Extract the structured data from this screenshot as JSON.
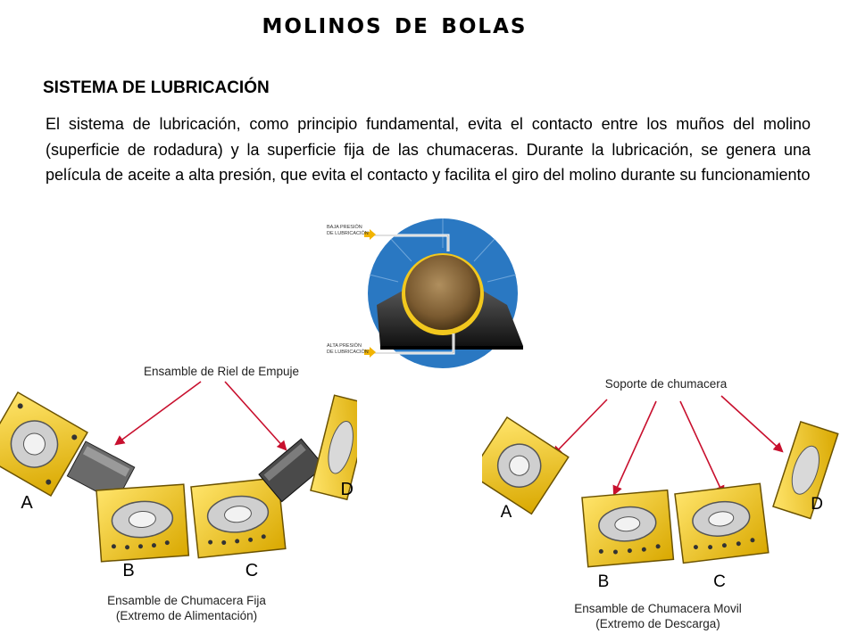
{
  "title": "Molinos de bolas",
  "section": {
    "heading": "SISTEMA DE LUBRICACIÓN",
    "paragraph": "El sistema de lubricación, como principio fundamental, evita el contacto entre los muños del molino (superficie de rodadura) y la superficie fija de las chumaceras. Durante la lubricación, se genera una película de aceite a alta presión, que evita el contacto y facilita el giro del molino durante su funcionamiento"
  },
  "lubrication_diagram": {
    "low_pressure_label": [
      "BAJA PRESIÓN",
      "DE LUBRICACIÓN"
    ],
    "high_pressure_label": [
      "ALTA PRESIÓN",
      "DE LUBRICACIÓN"
    ]
  },
  "left_figure": {
    "top_caption": "Ensamble de Riel de Empuje",
    "bottom_caption": [
      "Ensamble de Chumacera Fija",
      "(Extremo de Alimentación)"
    ],
    "letters": [
      "A",
      "B",
      "C",
      "D"
    ]
  },
  "right_figure": {
    "top_caption": "Soporte de chumacera",
    "bottom_caption": [
      "Ensamble de Chumacera Movil",
      "(Extremo de Descarga)"
    ],
    "letters": [
      "A",
      "B",
      "C",
      "D"
    ]
  },
  "colors": {
    "bearing_yellow": "#f2c81e",
    "arrow_red": "#c8102e",
    "housing_blue": "#2a78c2",
    "journal_brown": "#8a6a3c",
    "pressure_arrow": "#f2b400"
  }
}
